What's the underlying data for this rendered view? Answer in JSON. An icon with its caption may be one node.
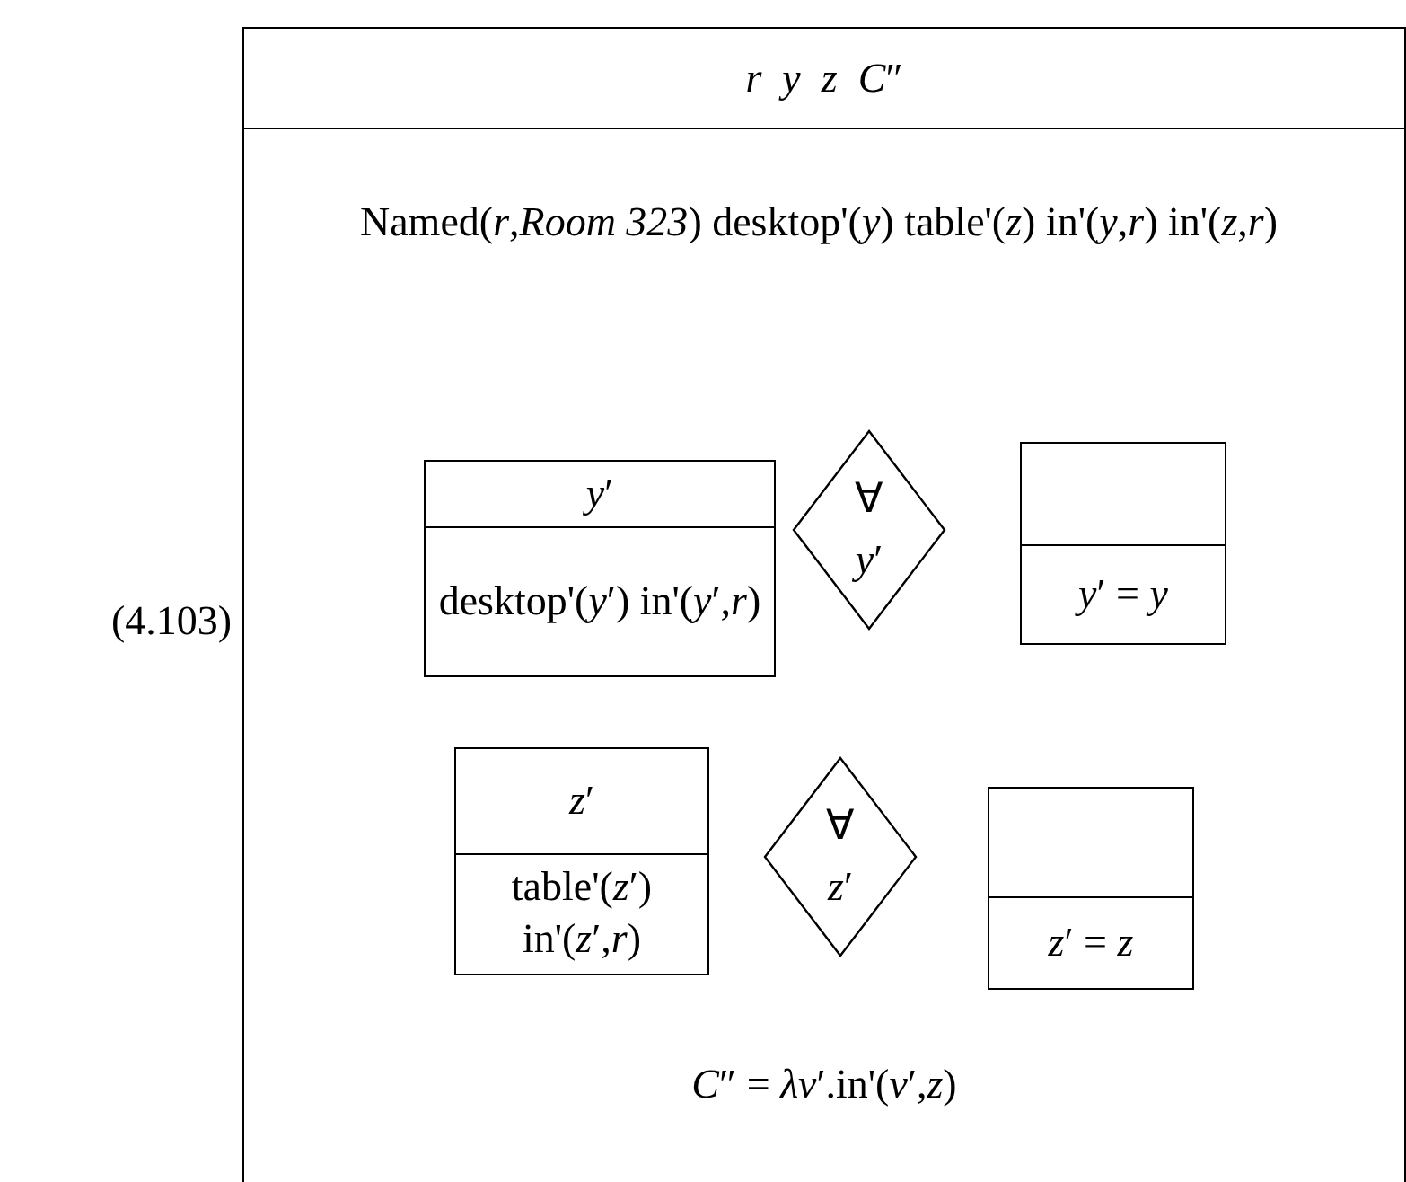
{
  "diagram": {
    "nodes": [
      {
        "text": [
          "*r*  *y*  *z*  *C*″",
          "Named(*r*,*Room 323*)   desktop'(*y*)   table'(*z*) in'(*y*,*r*)   in'(*z*,*r*)",
          "*C*″ = *λv*′.in'(*v*′,*z*)"
        ]
      },
      {
        "text": [
          "*y*′",
          "desktop'(*y*′) in'(*y*′,*r*)"
        ],
        "in": 0
      },
      {
        "text": [
          "∀",
          "*y*′"
        ],
        "in": 0
      },
      {
        "text": [
          "*y*′ = *y*"
        ],
        "in": 0
      },
      {
        "text": [
          "*z*′",
          "table'(*z*′) in'(*z*′,*r*)"
        ],
        "in": 0
      },
      {
        "text": [
          "∀",
          "*z*′"
        ],
        "in": 0
      },
      {
        "text": [
          "*z*′ = *z*"
        ],
        "in": 0
      }
    ],
    "labels": [
      "(4.103)"
    ]
  }
}
